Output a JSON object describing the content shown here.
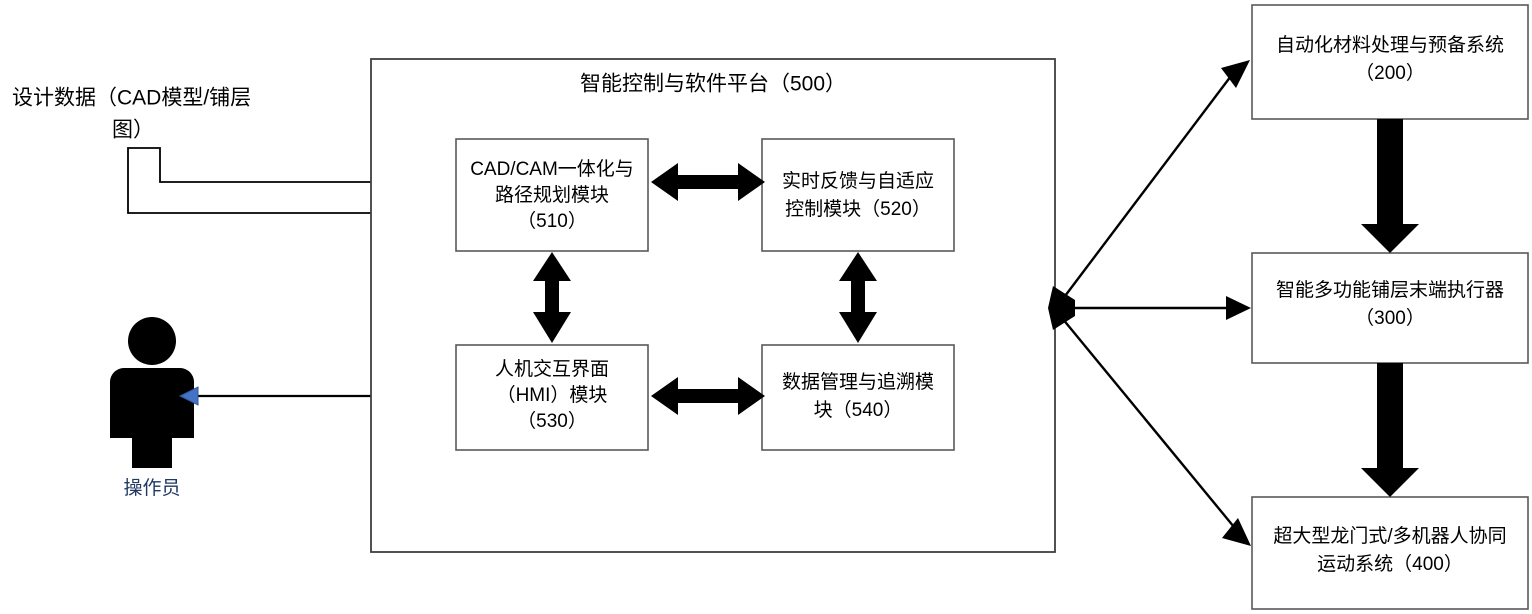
{
  "diagram": {
    "title_text": "智能控制与软件平台（500）",
    "source_input": {
      "line1": "设计数据（CAD模型/铺层",
      "line2": "图）"
    },
    "actor": {
      "label": "操作员",
      "icon": "person-icon"
    },
    "platform_modules": [
      {
        "id": "module-510",
        "lines": [
          "CAD/CAM一体化与",
          "路径规划模块",
          "（510）"
        ]
      },
      {
        "id": "module-520",
        "lines": [
          "实时反馈与自适应",
          "控制模块（520）"
        ]
      },
      {
        "id": "module-530",
        "lines": [
          "人机交互界面",
          "（HMI）模块",
          "（530）"
        ]
      },
      {
        "id": "module-540",
        "lines": [
          "数据管理与追溯模",
          "块（540）"
        ]
      }
    ],
    "subsystems": [
      {
        "id": "subsystem-200",
        "lines": [
          "自动化材料处理与预备系统",
          "（200）"
        ]
      },
      {
        "id": "subsystem-300",
        "lines": [
          "智能多功能铺层末端执行器",
          "（300）"
        ]
      },
      {
        "id": "subsystem-400",
        "lines": [
          "超大型龙门式/多机器人协同",
          "运动系统（400）"
        ]
      }
    ],
    "colors": {
      "accent_blue": "#4472c4",
      "actor_label": "#1f3864",
      "box_stroke": "#595959",
      "arrow_black": "#000000",
      "background": "#ffffff"
    }
  }
}
